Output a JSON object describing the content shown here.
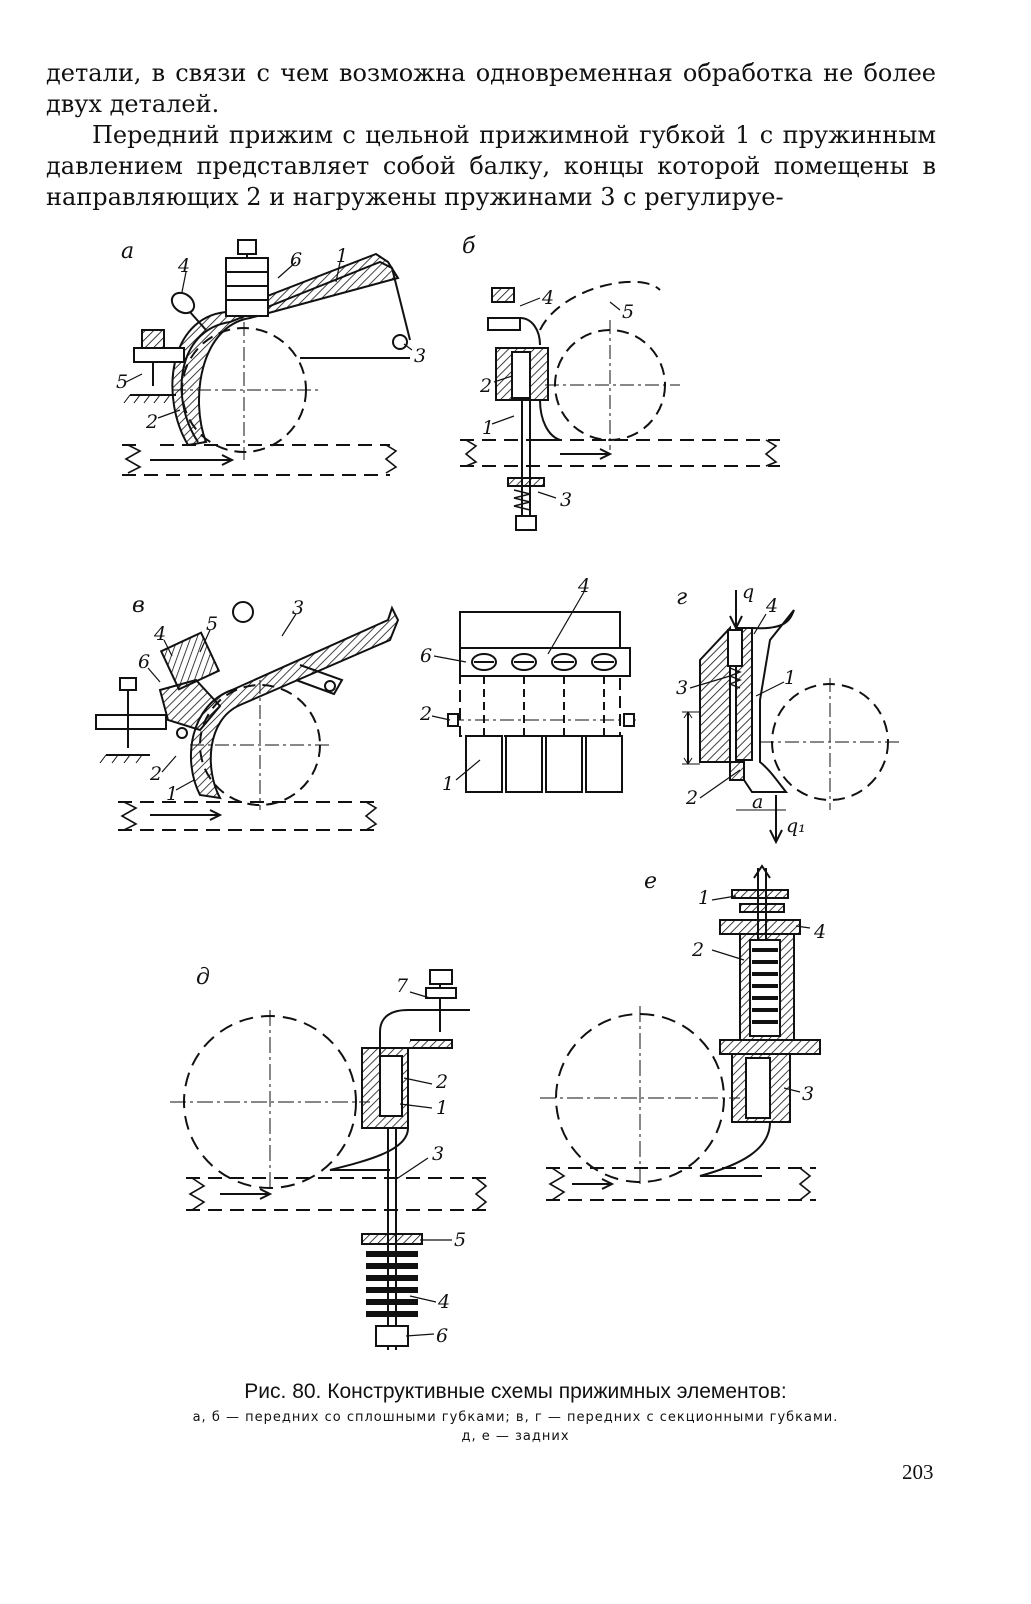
{
  "text": {
    "p1": "детали, в связи с чем возможна одновременная обработка не более двух деталей.",
    "p2": "Передний прижим с цельной прижимной губкой 1 с пружинным давлением представляет собой балку, концы которой помещены в направляющих 2 и нагружены пружинами 3 с регулируе-"
  },
  "figure": {
    "panels": {
      "a": "а",
      "b": "б",
      "v": "в",
      "g": "г",
      "d": "д",
      "e": "е"
    },
    "labels": {
      "n1": "1",
      "n2": "2",
      "n3": "3",
      "n4": "4",
      "n5": "5",
      "n6": "6",
      "n7": "7",
      "q": "q",
      "q1": "q₁",
      "a_dim": "a"
    }
  },
  "caption": {
    "title": "Рис. 80. Конструктивные схемы прижимных элементов:",
    "line1": "а, б — передних со сплошными губками; в, г — передних с секционными губками.",
    "line2": "д, е — задних"
  },
  "page_number": "203"
}
